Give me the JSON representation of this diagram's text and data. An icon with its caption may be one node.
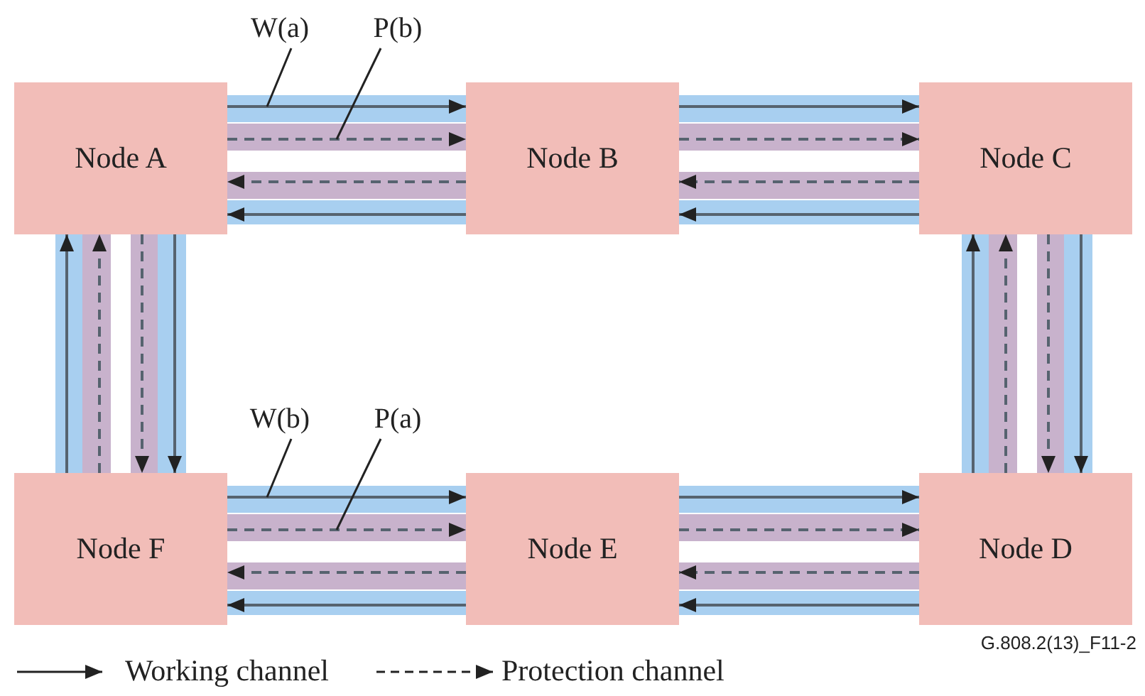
{
  "diagram": {
    "nodes": [
      {
        "text": [
          "W(a)"
        ]
      },
      {
        "text": [
          "P(b)"
        ]
      },
      {
        "text": [
          "Node A"
        ]
      },
      {
        "text": [
          "Node B"
        ]
      },
      {
        "text": [
          "Node C"
        ]
      },
      {
        "text": [
          "W(b)"
        ]
      },
      {
        "text": [
          "P(a)"
        ]
      },
      {
        "text": [
          "Node F"
        ]
      },
      {
        "text": [
          "Node E"
        ]
      },
      {
        "text": [
          "Node D"
        ]
      }
    ],
    "edges": [
      {
        "from": 2,
        "to": 3,
        "arrow": "to"
      },
      {
        "from": 2,
        "to": 3,
        "arrow": "to",
        "style": "dashed"
      },
      {
        "from": 3,
        "to": 2,
        "arrow": "to",
        "style": "dashed"
      },
      {
        "from": 3,
        "to": 2,
        "arrow": "to"
      },
      {
        "from": 3,
        "to": 4,
        "arrow": "to"
      },
      {
        "from": 3,
        "to": 4,
        "arrow": "to",
        "style": "dashed"
      },
      {
        "from": 4,
        "to": 3,
        "arrow": "to",
        "style": "dashed"
      },
      {
        "from": 4,
        "to": 3,
        "arrow": "to"
      },
      {
        "from": 7,
        "to": 2,
        "arrow": "to"
      },
      {
        "from": 7,
        "to": 2,
        "arrow": "to",
        "style": "dashed"
      },
      {
        "from": 2,
        "to": 7,
        "arrow": "to",
        "style": "dashed"
      },
      {
        "from": 2,
        "to": 7,
        "arrow": "to"
      },
      {
        "from": 9,
        "to": 4,
        "arrow": "to"
      },
      {
        "from": 9,
        "to": 4,
        "arrow": "to",
        "style": "dashed"
      },
      {
        "from": 4,
        "to": 9,
        "arrow": "to",
        "style": "dashed"
      },
      {
        "from": 4,
        "to": 9,
        "arrow": "to"
      },
      {
        "from": 7,
        "to": 8,
        "arrow": "to"
      },
      {
        "from": 7,
        "to": 8,
        "arrow": "to",
        "style": "dashed"
      },
      {
        "from": 8,
        "to": 7,
        "arrow": "to",
        "style": "dashed"
      },
      {
        "from": 8,
        "to": 7,
        "arrow": "to"
      },
      {
        "from": 8,
        "to": 9,
        "arrow": "to"
      },
      {
        "from": 8,
        "to": 9,
        "arrow": "to",
        "style": "dashed"
      },
      {
        "from": 9,
        "to": 8,
        "arrow": "to",
        "style": "dashed"
      },
      {
        "from": 9,
        "to": 8,
        "arrow": "to"
      },
      {
        "from": 0,
        "to": null,
        "arrow": "none"
      },
      {
        "from": 1,
        "to": null,
        "arrow": "none"
      },
      {
        "from": 5,
        "to": null,
        "arrow": "none"
      },
      {
        "from": 6,
        "to": null,
        "arrow": "none"
      }
    ],
    "labels": [
      "G.808.2(13)_F11-2"
    ],
    "legend": [
      {
        "text": "Working channel"
      },
      {
        "text": "Protection channel"
      }
    ]
  }
}
